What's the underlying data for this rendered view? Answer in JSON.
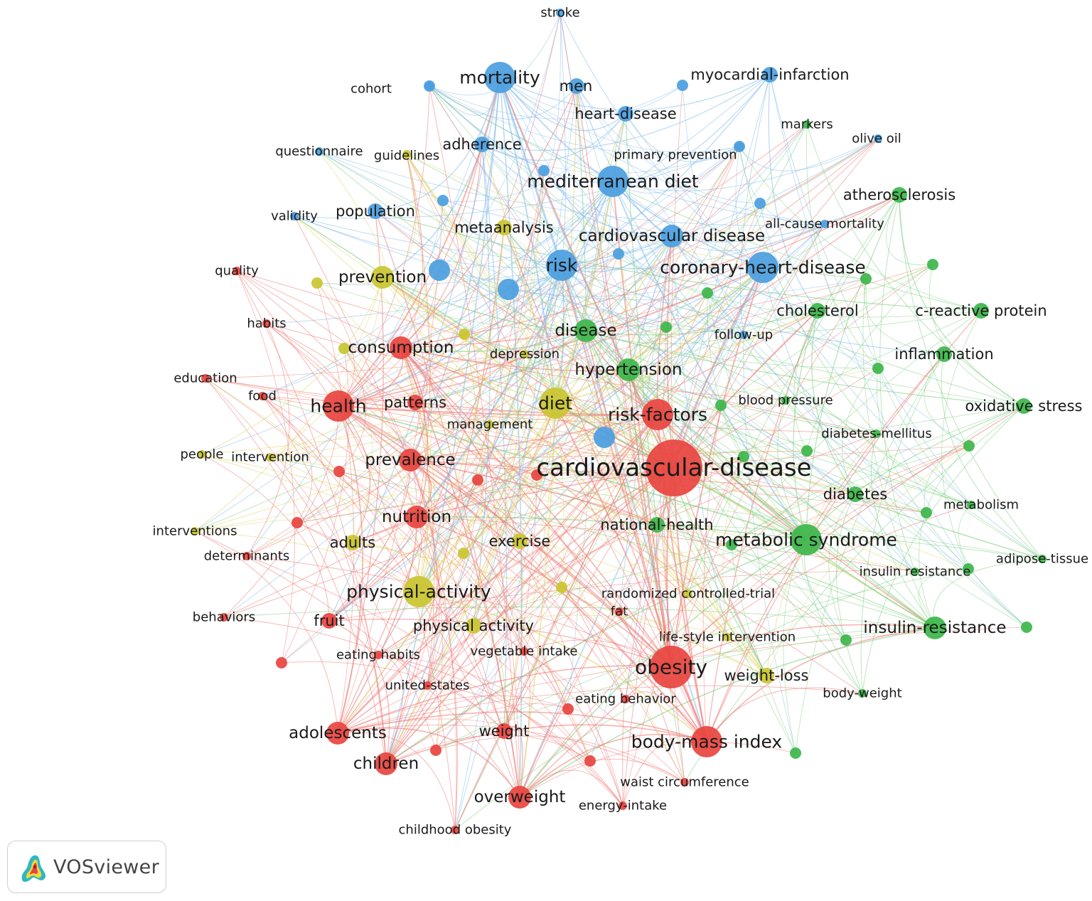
{
  "app": {
    "name": "VOSviewer"
  },
  "clusters": {
    "red": {
      "color": "#e8443f",
      "edge_color": "#ef7a75"
    },
    "green": {
      "color": "#3cb64a",
      "edge_color": "#7fcf82"
    },
    "blue": {
      "color": "#4b9ee0",
      "edge_color": "#86bdea"
    },
    "yellow": {
      "color": "#c9c530",
      "edge_color": "#dcd66a"
    }
  },
  "nodes": [
    {
      "id": "stroke",
      "label": "stroke",
      "cluster": "blue",
      "weight": 1
    },
    {
      "id": "mortality",
      "label": "mortality",
      "cluster": "blue",
      "weight": 4
    },
    {
      "id": "cohort",
      "label": "cohort",
      "cluster": "blue",
      "weight": 1
    },
    {
      "id": "men",
      "label": "men",
      "cluster": "blue",
      "weight": 2
    },
    {
      "id": "myocardial-infarction",
      "label": "myocardial-infarction",
      "cluster": "blue",
      "weight": 2
    },
    {
      "id": "heart-disease",
      "label": "heart-disease",
      "cluster": "blue",
      "weight": 2
    },
    {
      "id": "markers",
      "label": "markers",
      "cluster": "green",
      "weight": 1
    },
    {
      "id": "olive-oil",
      "label": "olive oil",
      "cluster": "blue",
      "weight": 1
    },
    {
      "id": "questionnaire",
      "label": "questionnaire",
      "cluster": "blue",
      "weight": 1
    },
    {
      "id": "guidelines",
      "label": "guidelines",
      "cluster": "yellow",
      "weight": 1
    },
    {
      "id": "adherence",
      "label": "adherence",
      "cluster": "blue",
      "weight": 2
    },
    {
      "id": "primary-prevention",
      "label": "primary prevention",
      "cluster": "blue",
      "weight": 1
    },
    {
      "id": "mediterranean-diet",
      "label": "mediterranean diet",
      "cluster": "blue",
      "weight": 4
    },
    {
      "id": "atherosclerosis",
      "label": "atherosclerosis",
      "cluster": "green",
      "weight": 2
    },
    {
      "id": "validity",
      "label": "validity",
      "cluster": "blue",
      "weight": 1
    },
    {
      "id": "population",
      "label": "population",
      "cluster": "blue",
      "weight": 2
    },
    {
      "id": "metaanalysis",
      "label": "metaanalysis",
      "cluster": "yellow",
      "weight": 2
    },
    {
      "id": "all-cause-mortality",
      "label": "all-cause mortality",
      "cluster": "blue",
      "weight": 1
    },
    {
      "id": "cardiovascular-disease-blue",
      "label": "cardiovascular disease",
      "cluster": "blue",
      "weight": 3
    },
    {
      "id": "quality",
      "label": "quality",
      "cluster": "red",
      "weight": 1
    },
    {
      "id": "risk",
      "label": "risk",
      "cluster": "blue",
      "weight": 4
    },
    {
      "id": "coronary-heart-disease",
      "label": "coronary-heart-disease",
      "cluster": "blue",
      "weight": 4
    },
    {
      "id": "prevention",
      "label": "prevention",
      "cluster": "yellow",
      "weight": 3
    },
    {
      "id": "cholesterol",
      "label": "cholesterol",
      "cluster": "green",
      "weight": 2
    },
    {
      "id": "c-reactive-protein",
      "label": "c-reactive protein",
      "cluster": "green",
      "weight": 2
    },
    {
      "id": "habits",
      "label": "habits",
      "cluster": "red",
      "weight": 1
    },
    {
      "id": "disease",
      "label": "disease",
      "cluster": "green",
      "weight": 3
    },
    {
      "id": "follow-up",
      "label": "follow-up",
      "cluster": "blue",
      "weight": 1
    },
    {
      "id": "inflammation",
      "label": "inflammation",
      "cluster": "green",
      "weight": 2
    },
    {
      "id": "consumption",
      "label": "consumption",
      "cluster": "red",
      "weight": 3
    },
    {
      "id": "depression",
      "label": "depression",
      "cluster": "yellow",
      "weight": 1
    },
    {
      "id": "education",
      "label": "education",
      "cluster": "red",
      "weight": 1
    },
    {
      "id": "hypertension",
      "label": "hypertension",
      "cluster": "green",
      "weight": 3
    },
    {
      "id": "food",
      "label": "food",
      "cluster": "red",
      "weight": 1
    },
    {
      "id": "health",
      "label": "health",
      "cluster": "red",
      "weight": 4
    },
    {
      "id": "patterns",
      "label": "patterns",
      "cluster": "red",
      "weight": 2
    },
    {
      "id": "diet",
      "label": "diet",
      "cluster": "yellow",
      "weight": 4
    },
    {
      "id": "risk-factors",
      "label": "risk-factors",
      "cluster": "red",
      "weight": 4
    },
    {
      "id": "blood-pressure",
      "label": "blood pressure",
      "cluster": "green",
      "weight": 1
    },
    {
      "id": "oxidative-stress",
      "label": "oxidative stress",
      "cluster": "green",
      "weight": 2
    },
    {
      "id": "management",
      "label": "management",
      "cluster": "yellow",
      "weight": 1
    },
    {
      "id": "diabetes-mellitus",
      "label": "diabetes-mellitus",
      "cluster": "green",
      "weight": 1
    },
    {
      "id": "people",
      "label": "people",
      "cluster": "yellow",
      "weight": 1
    },
    {
      "id": "intervention",
      "label": "intervention",
      "cluster": "yellow",
      "weight": 1
    },
    {
      "id": "prevalence",
      "label": "prevalence",
      "cluster": "red",
      "weight": 3
    },
    {
      "id": "cardiovascular-disease",
      "label": "cardiovascular-disease",
      "cluster": "red",
      "weight": 6
    },
    {
      "id": "diabetes",
      "label": "diabetes",
      "cluster": "green",
      "weight": 2
    },
    {
      "id": "metabolism",
      "label": "metabolism",
      "cluster": "green",
      "weight": 1
    },
    {
      "id": "national-health",
      "label": "national-health",
      "cluster": "green",
      "weight": 2
    },
    {
      "id": "interventions",
      "label": "interventions",
      "cluster": "yellow",
      "weight": 1
    },
    {
      "id": "nutrition",
      "label": "nutrition",
      "cluster": "red",
      "weight": 3
    },
    {
      "id": "metabolic-syndrome",
      "label": "metabolic syndrome",
      "cluster": "green",
      "weight": 4
    },
    {
      "id": "adults",
      "label": "adults",
      "cluster": "yellow",
      "weight": 2
    },
    {
      "id": "exercise",
      "label": "exercise",
      "cluster": "yellow",
      "weight": 2
    },
    {
      "id": "adipose-tissue",
      "label": "adipose-tissue",
      "cluster": "green",
      "weight": 1
    },
    {
      "id": "determinants",
      "label": "determinants",
      "cluster": "red",
      "weight": 1
    },
    {
      "id": "insulin-resistance",
      "label": "insulin resistance",
      "cluster": "green",
      "weight": 1
    },
    {
      "id": "physical-activity",
      "label": "physical-activity",
      "cluster": "yellow",
      "weight": 4
    },
    {
      "id": "randomized-controlled-trial",
      "label": "randomized controlled-trial",
      "cluster": "yellow",
      "weight": 1
    },
    {
      "id": "behaviors",
      "label": "behaviors",
      "cluster": "red",
      "weight": 1
    },
    {
      "id": "fat",
      "label": "fat",
      "cluster": "red",
      "weight": 1
    },
    {
      "id": "fruit",
      "label": "fruit",
      "cluster": "red",
      "weight": 2
    },
    {
      "id": "physical-activity-2",
      "label": "physical activity",
      "cluster": "yellow",
      "weight": 2
    },
    {
      "id": "insulin-resistance-2",
      "label": "insulin-resistance",
      "cluster": "green",
      "weight": 3
    },
    {
      "id": "life-style-intervention",
      "label": "life-style intervention",
      "cluster": "yellow",
      "weight": 1
    },
    {
      "id": "eating-habits",
      "label": "eating habits",
      "cluster": "red",
      "weight": 1
    },
    {
      "id": "vegetable-intake",
      "label": "vegetable intake",
      "cluster": "red",
      "weight": 1
    },
    {
      "id": "obesity",
      "label": "obesity",
      "cluster": "red",
      "weight": 5
    },
    {
      "id": "weight-loss",
      "label": "weight-loss",
      "cluster": "yellow",
      "weight": 2
    },
    {
      "id": "united-states",
      "label": "united-states",
      "cluster": "red",
      "weight": 1
    },
    {
      "id": "body-weight",
      "label": "body-weight",
      "cluster": "green",
      "weight": 1
    },
    {
      "id": "eating-behavior",
      "label": "eating behavior",
      "cluster": "red",
      "weight": 1
    },
    {
      "id": "adolescents",
      "label": "adolescents",
      "cluster": "red",
      "weight": 3
    },
    {
      "id": "weight",
      "label": "weight",
      "cluster": "red",
      "weight": 2
    },
    {
      "id": "body-mass-index",
      "label": "body-mass index",
      "cluster": "red",
      "weight": 4
    },
    {
      "id": "children",
      "label": "children",
      "cluster": "red",
      "weight": 3
    },
    {
      "id": "waist-circumference",
      "label": "waist circumference",
      "cluster": "red",
      "weight": 1
    },
    {
      "id": "overweight",
      "label": "overweight",
      "cluster": "red",
      "weight": 3
    },
    {
      "id": "energy-intake",
      "label": "energy-intake",
      "cluster": "red",
      "weight": 1
    },
    {
      "id": "childhood-obesity",
      "label": "childhood obesity",
      "cluster": "red",
      "weight": 1
    }
  ]
}
